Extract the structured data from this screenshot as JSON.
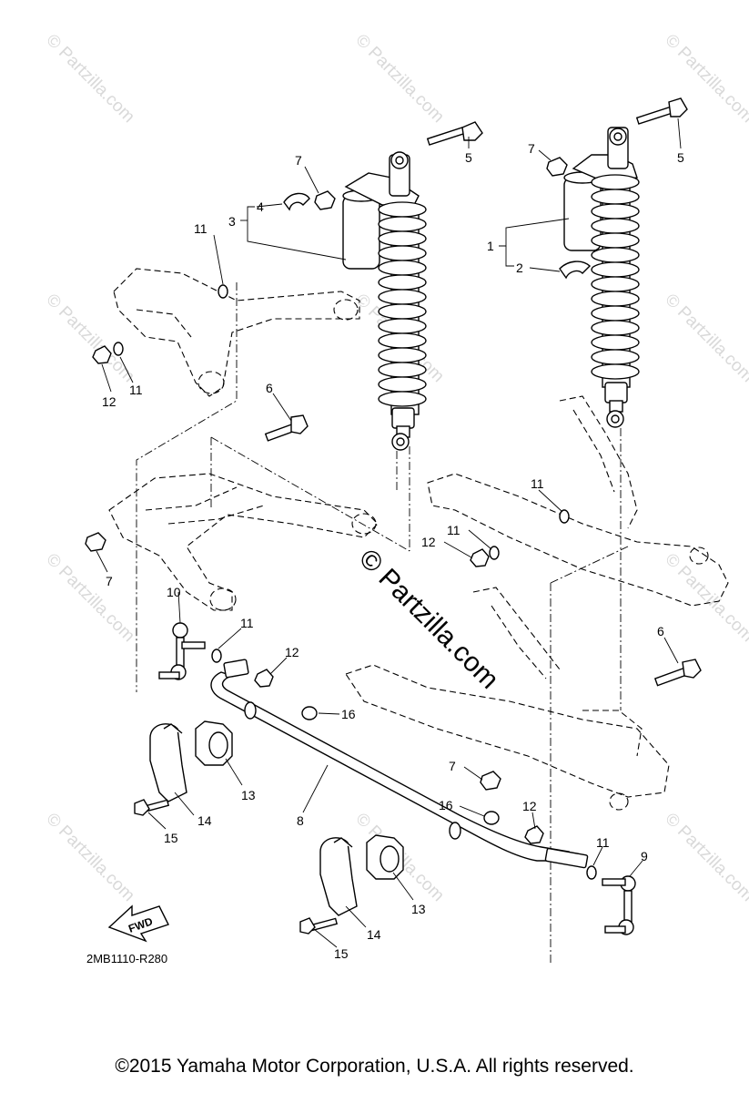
{
  "diagram_code": "2MB1110-R280",
  "copyright": "©2015 Yamaha Motor Corporation, U.S.A. All rights reserved.",
  "watermark_main": "© Partzilla.com",
  "watermark_small": "© Partzilla.com",
  "direction_label": "FWD",
  "callouts": {
    "c1": "1",
    "c2": "2",
    "c3": "3",
    "c4": "4",
    "c5a": "5",
    "c5b": "5",
    "c6a": "6",
    "c6b": "6",
    "c7a": "7",
    "c7b": "7",
    "c7c": "7",
    "c7d": "7",
    "c8": "8",
    "c9": "9",
    "c10": "10",
    "c11a": "11",
    "c11b": "11",
    "c11c": "11",
    "c11d": "11",
    "c11e": "11",
    "c11f": "11",
    "c12a": "12",
    "c12b": "12",
    "c12c": "12",
    "c12d": "12",
    "c13a": "13",
    "c13b": "13",
    "c14a": "14",
    "c14b": "14",
    "c15a": "15",
    "c15b": "15",
    "c16a": "16",
    "c16b": "16"
  }
}
